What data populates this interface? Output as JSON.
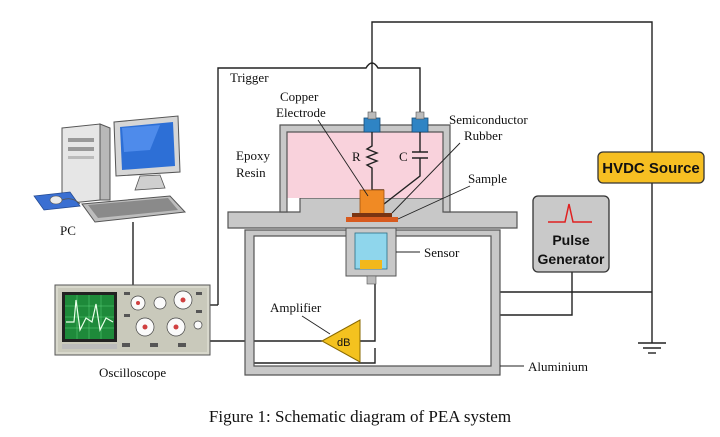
{
  "labels": {
    "trigger": "Trigger",
    "copper_electrode_1": "Copper",
    "copper_electrode_2": "Electrode",
    "semiconductor_1": "Semiconductor",
    "semiconductor_2": "Rubber",
    "epoxy_1": "Epoxy",
    "epoxy_2": "Resin",
    "resistor": "R",
    "capacitor": "C",
    "sample": "Sample",
    "sensor": "Sensor",
    "amplifier": "Amplifier",
    "amplifier_symbol": "dB",
    "aluminium": "Aluminium",
    "pc": "PC",
    "oscilloscope": "Oscilloscope",
    "hvdc": "HVDC Source",
    "pulse_1": "Pulse",
    "pulse_2": "Generator"
  },
  "caption": "Figure 1: Schematic diagram of PEA system",
  "colors": {
    "epoxy": "#f9d2dc",
    "hvdc_box": "#f6bf22",
    "pulse_box": "#c9c9c9",
    "copper": "#f08a24",
    "semiconductor": "#7a3412",
    "sensor_fill": "#8fd6ec",
    "sensor_top": "#f2b81b",
    "amplifier": "#f4c21f",
    "pulse_trace": "#e02020",
    "connector": "#2f84c4",
    "chassis": "#c8c8c8"
  },
  "icons": {
    "pc": "desktop-computer-icon",
    "oscilloscope": "oscilloscope-icon",
    "ground": "ground-icon"
  }
}
